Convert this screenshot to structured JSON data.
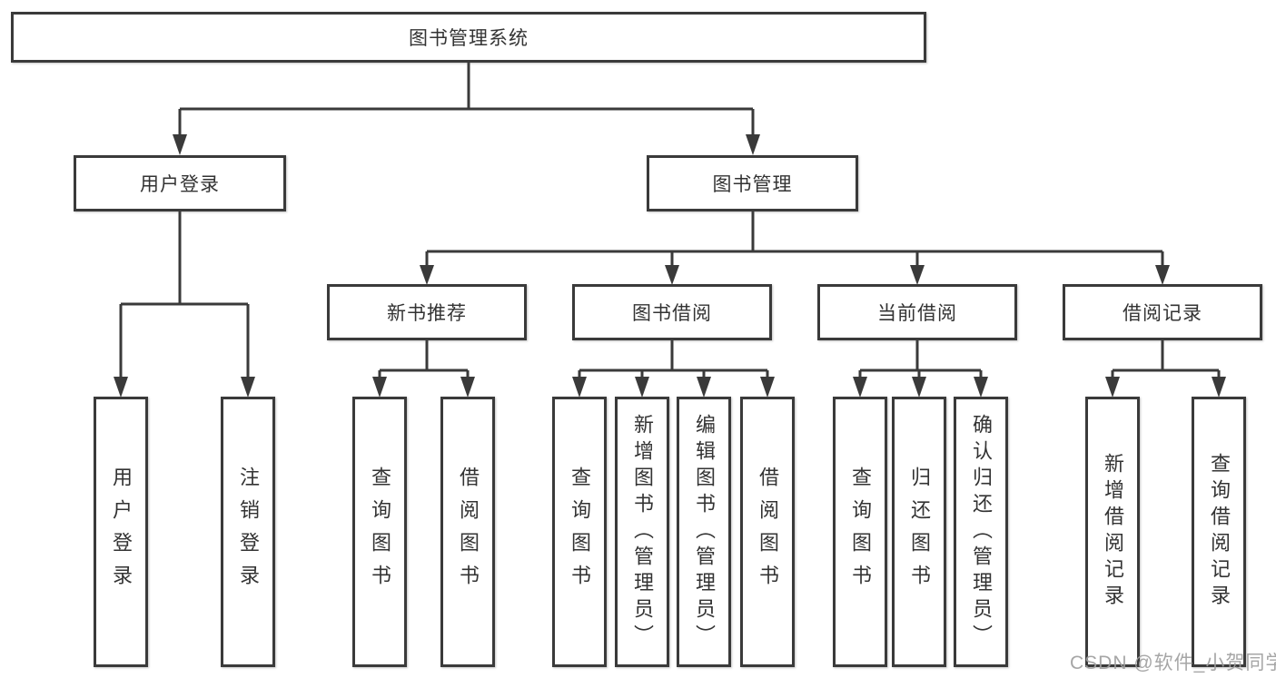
{
  "colors": {
    "background": "#ffffff",
    "line": "#3a3a3a",
    "box_border": "#3a3a3a",
    "text": "#333333",
    "watermark": "#9e9e9e"
  },
  "watermark": {
    "text": "CSDN @软件_小贺同学"
  },
  "tree": {
    "label": "图书管理系统",
    "children": [
      {
        "label": "用户登录",
        "children": [
          {
            "label": "用户登录"
          },
          {
            "label": "注销登录"
          }
        ]
      },
      {
        "label": "图书管理",
        "children": [
          {
            "label": "新书推荐",
            "children": [
              {
                "label": "查询图书"
              },
              {
                "label": "借阅图书"
              }
            ]
          },
          {
            "label": "图书借阅",
            "children": [
              {
                "label": "查询图书"
              },
              {
                "label": "新增图书（管理员）"
              },
              {
                "label": "编辑图书（管理员）"
              },
              {
                "label": "借阅图书"
              }
            ]
          },
          {
            "label": "当前借阅",
            "children": [
              {
                "label": "查询图书"
              },
              {
                "label": "归还图书"
              },
              {
                "label": "确认归还（管理员）"
              }
            ]
          },
          {
            "label": "借阅记录",
            "children": [
              {
                "label": "新增借阅记录"
              },
              {
                "label": "查询借阅记录"
              }
            ]
          }
        ]
      }
    ]
  }
}
